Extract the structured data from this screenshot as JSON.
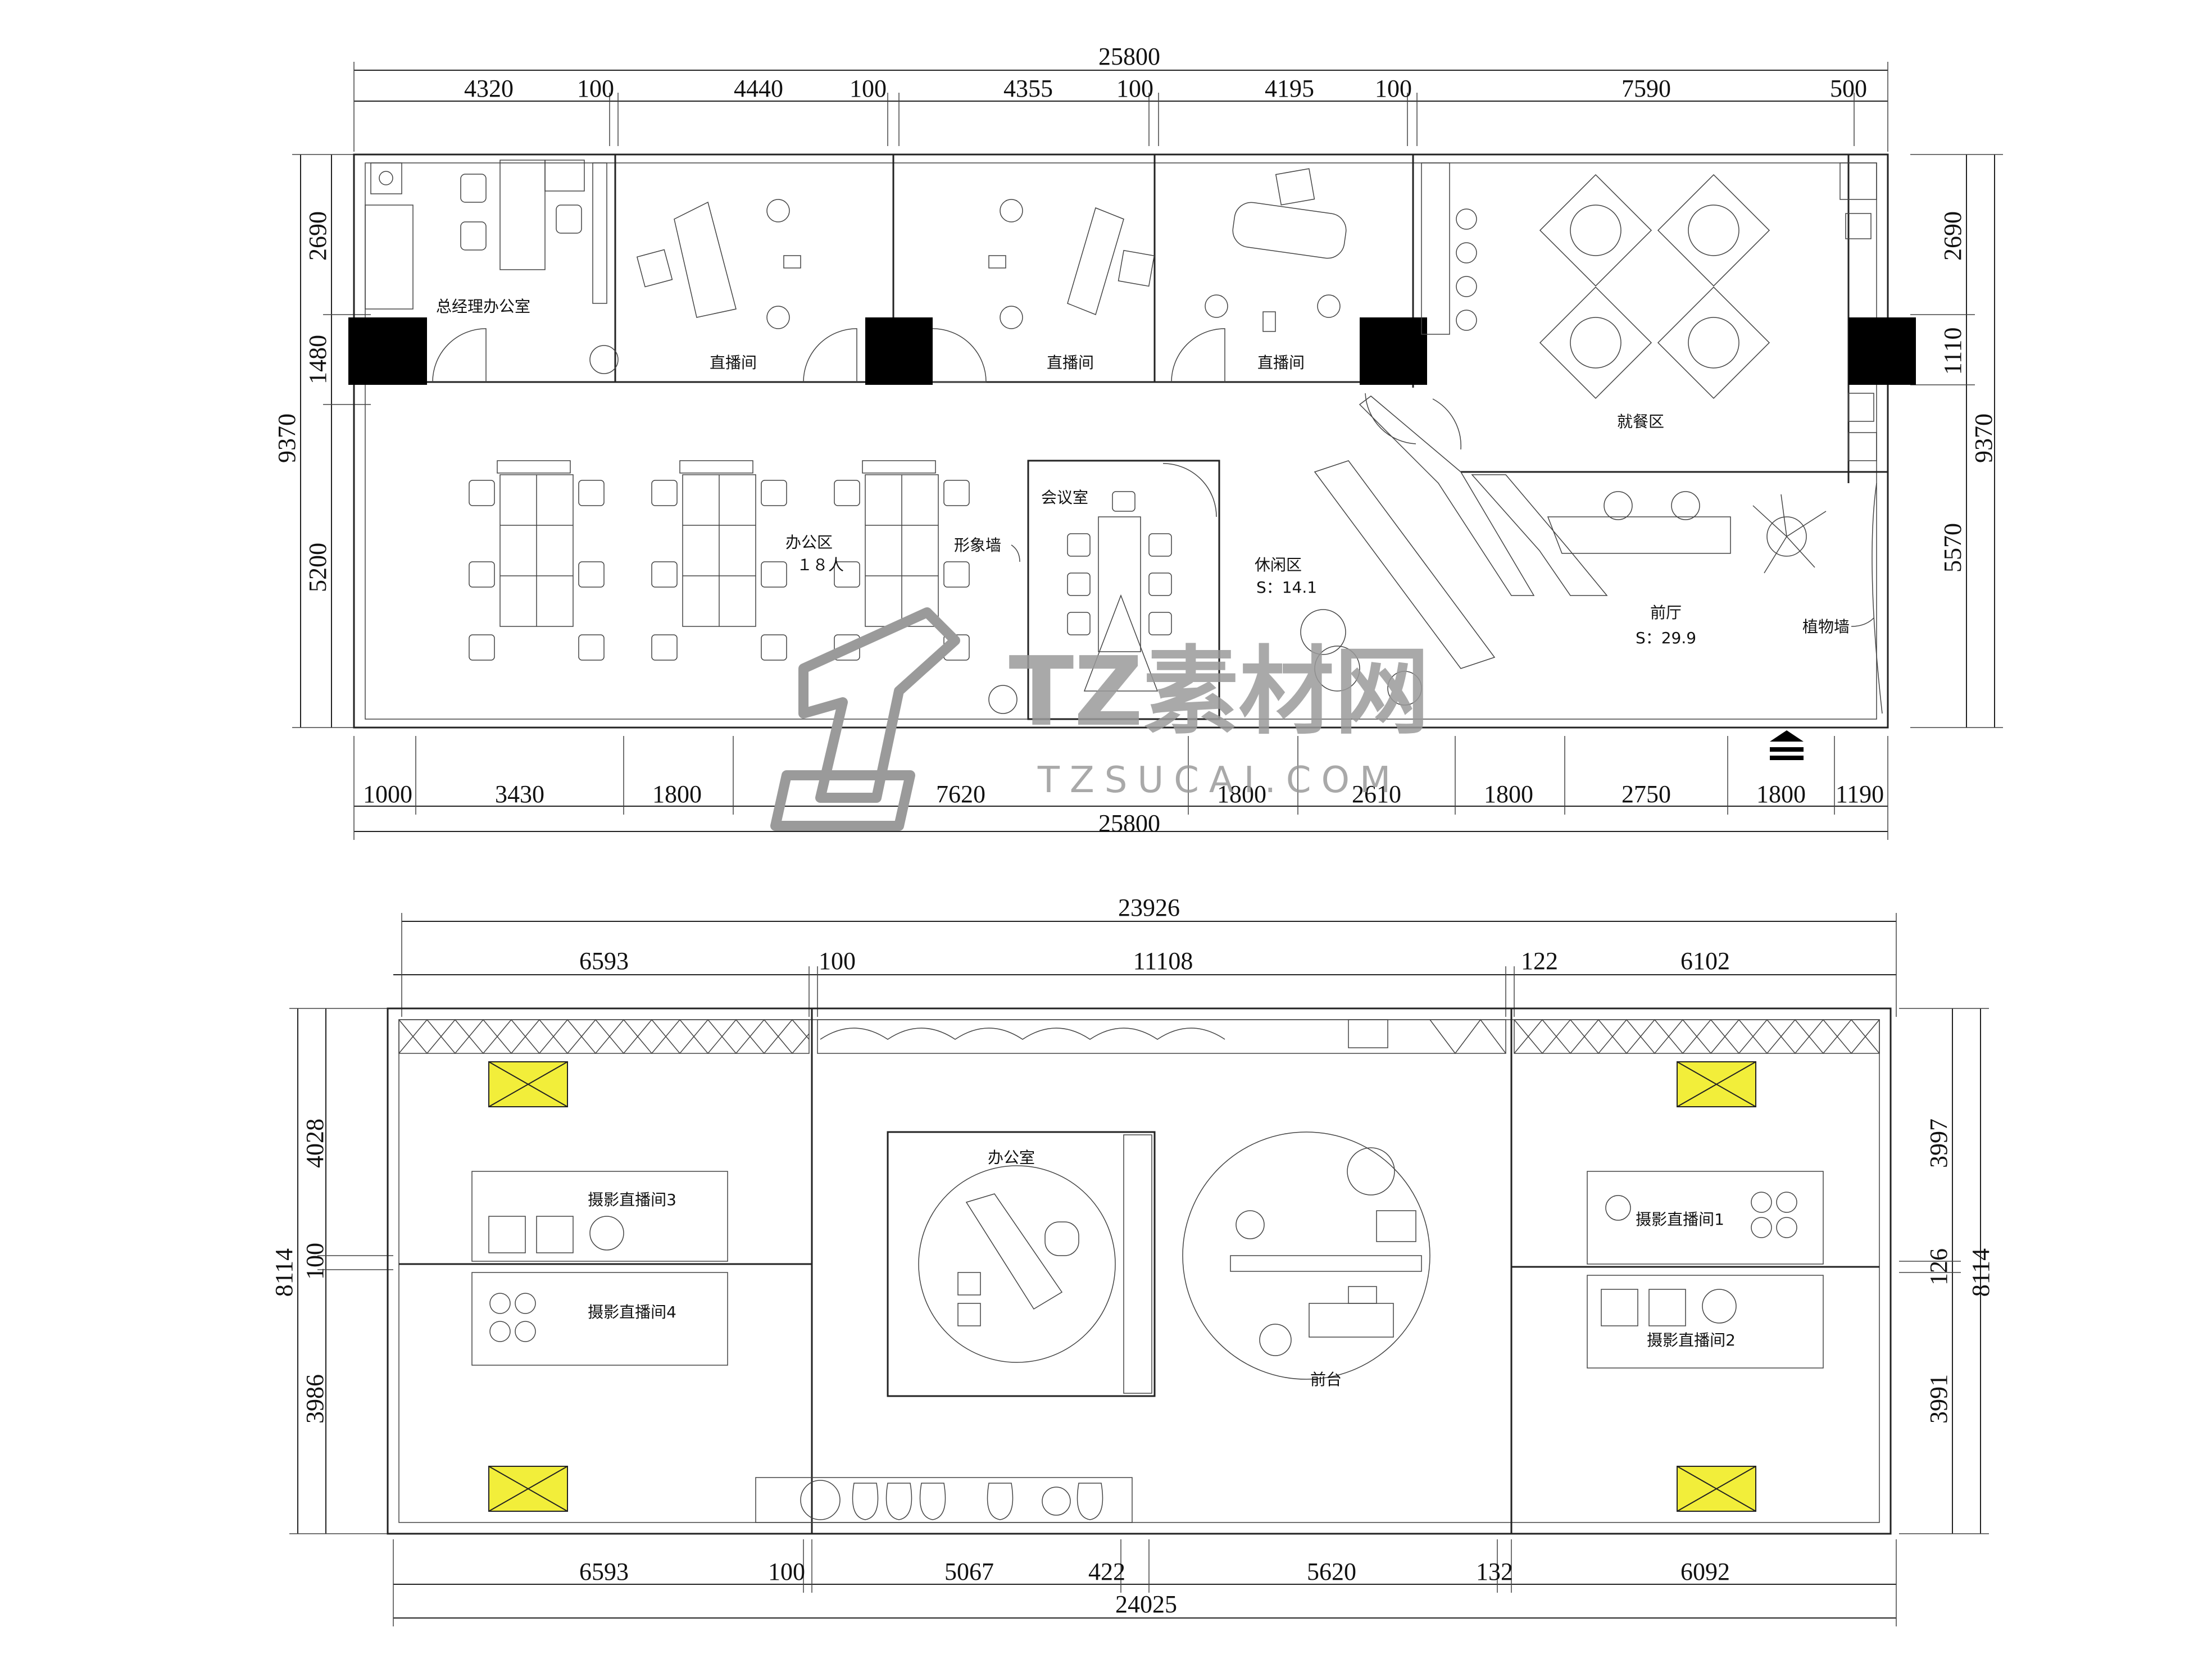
{
  "plan1": {
    "total_top": "25800",
    "top_dims": [
      "4320",
      "100",
      "4440",
      "100",
      "4355",
      "100",
      "4195",
      "100",
      "7590",
      "500"
    ],
    "left_dims": [
      "2690",
      "1480",
      "9370",
      "5200"
    ],
    "right_dims": [
      "2690",
      "1110",
      "9370",
      "5570"
    ],
    "bottom_dims": [
      "1000",
      "3430",
      "1800",
      "7620",
      "1800",
      "2610",
      "1800",
      "2750",
      "1800",
      "1190"
    ],
    "total_bottom": "25800",
    "rooms": {
      "gm_office": "总经理办公室",
      "live1": "直播间",
      "live2": "直播间",
      "live3": "直播间",
      "dining": "就餐区",
      "office_area": "办公区",
      "office_count": "１８人",
      "meeting": "会议室",
      "image_wall": "形象墙",
      "lounge": "休闲区",
      "lounge_area": "S：14.1",
      "lobby": "前厅",
      "lobby_area": "S：29.9",
      "plant_wall": "植物墙"
    }
  },
  "plan2": {
    "total_top": "23926",
    "top_dims": [
      "6593",
      "100",
      "11108",
      "122",
      "6102"
    ],
    "left_dims": [
      "8114",
      "4028",
      "100",
      "3986"
    ],
    "right_dims": [
      "3997",
      "8114",
      "126",
      "3991"
    ],
    "bottom_dims": [
      "6593",
      "100",
      "5067",
      "422",
      "5620",
      "132",
      "6092"
    ],
    "total_bottom": "24025",
    "rooms": {
      "office": "办公室",
      "reception": "前台",
      "studio1": "摄影直播间1",
      "studio2": "摄影直播间2",
      "studio3": "摄影直播间3",
      "studio4": "摄影直播间4"
    }
  },
  "watermark": {
    "brand": "TZ素材网",
    "url": "TZSUCAI.COM"
  },
  "colors": {
    "line": "#222222",
    "fill_block": "#000000",
    "light_yellow": "#f2ee3a",
    "watermark": "#9a9a9a"
  }
}
